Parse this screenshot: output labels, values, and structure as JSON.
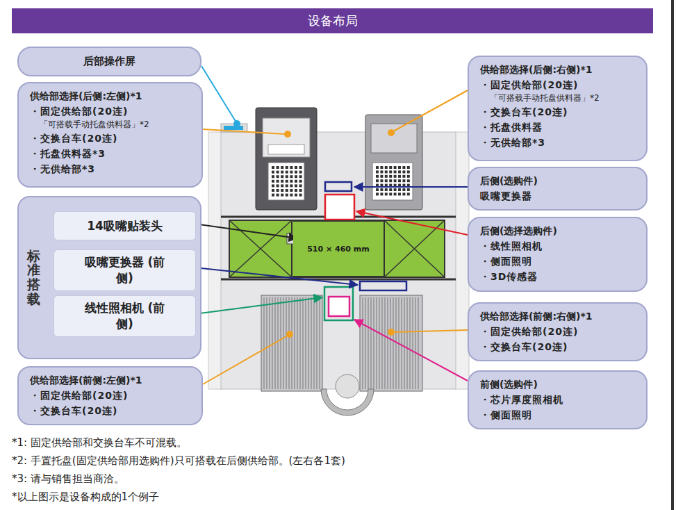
{
  "diagram": {
    "title": "设备布局",
    "nodes": [
      {
        "text": [
          "后部操作屏"
        ]
      },
      {
        "text": [
          "供给部选择(后侧:左侧)*1",
          "・固定供给部(20连)",
          "「可搭载手动托盘供料器」*2",
          "・交换台车(20连)",
          "・托盘供料器*3",
          "・无供给部*3"
        ]
      },
      {
        "text": [
          "供给部选择(后侧:右侧)*1",
          "・固定供给部(20连)",
          "「可搭载手动托盘供料器」*2",
          "・交换台车(20连)",
          "・托盘供料器",
          "・无供给部*3"
        ]
      },
      {
        "text": [
          "后侧(选购件)",
          "吸嘴更换器"
        ]
      },
      {
        "text": [
          "标准搭载"
        ]
      },
      {
        "text": [
          "14吸嘴贴装头"
        ],
        "in": 4
      },
      {
        "text": [
          "吸嘴更换器 (前侧)"
        ],
        "in": 4
      },
      {
        "text": [
          "线性照相机 (前侧)"
        ],
        "in": 4
      },
      {
        "text": [
          "后侧(选择选购件)",
          "・线性照相机",
          "・侧面照明",
          "・3D传感器"
        ]
      },
      {
        "text": [
          "510 × 460 mm"
        ]
      },
      {
        "text": [
          "供给部选择(前侧:右侧)*1",
          "・固定供给部(20连)",
          "・交换台车(20连)"
        ]
      },
      {
        "text": [
          "供给部选择(前侧:左侧)*1",
          "・固定供给部(20连)",
          "・交换台车(20连)"
        ]
      },
      {
        "text": [
          "前侧(选购件)",
          "・芯片厚度照相机",
          "・侧面照明"
        ]
      }
    ],
    "labels": [
      "*1: 固定供给部和交换台车不可混载。",
      "*2: 手置托盘(固定供给部用选购件)只可搭载在后侧供给部。(左右各1套)",
      "*3: 请与销售担当商洽。",
      "*以上图示是设备构成的1个例子"
    ]
  }
}
